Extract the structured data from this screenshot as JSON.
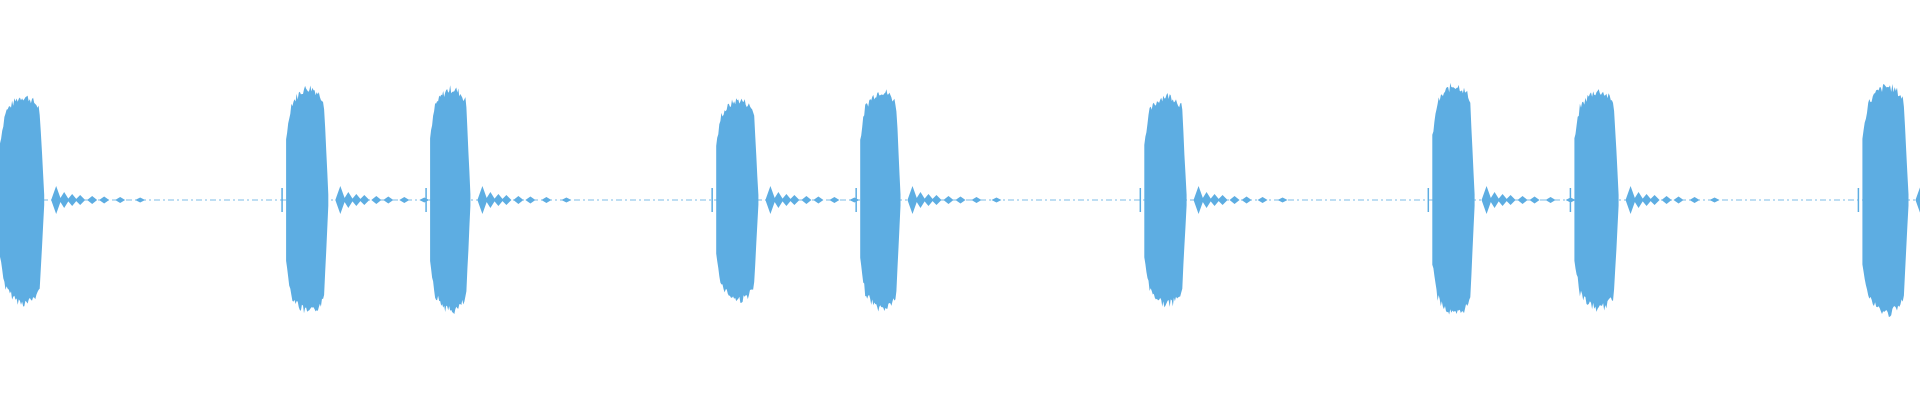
{
  "waveform": {
    "color": "#5dade2",
    "background": "#ffffff",
    "total_duration": 100,
    "bursts": [
      {
        "time": 0.0,
        "duration": 2.3,
        "peak": 0.92,
        "decay": 0.55
      },
      {
        "time": 14.9,
        "duration": 2.2,
        "peak": 1.0,
        "decay": 0.55
      },
      {
        "time": 22.4,
        "duration": 2.1,
        "peak": 0.99,
        "decay": 0.55
      },
      {
        "time": 37.3,
        "duration": 2.2,
        "peak": 0.89,
        "decay": 0.55
      },
      {
        "time": 44.8,
        "duration": 2.1,
        "peak": 0.97,
        "decay": 0.55
      },
      {
        "time": 59.6,
        "duration": 2.2,
        "peak": 0.93,
        "decay": 0.55
      },
      {
        "time": 74.6,
        "duration": 2.2,
        "peak": 1.02,
        "decay": 0.55
      },
      {
        "time": 82.0,
        "duration": 2.3,
        "peak": 0.97,
        "decay": 0.55
      },
      {
        "time": 97.0,
        "duration": 2.4,
        "peak": 1.01,
        "decay": 0.55
      }
    ]
  }
}
